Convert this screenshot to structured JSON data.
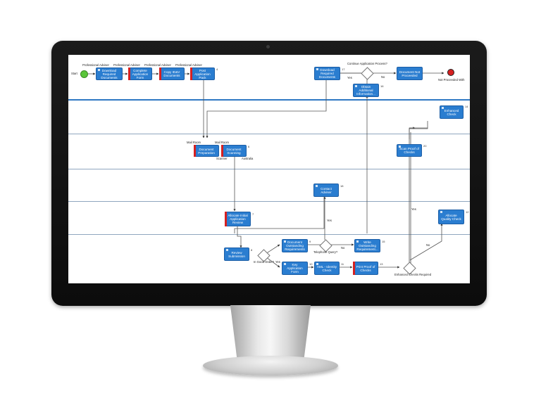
{
  "flow": {
    "start_label": "Start",
    "end_label": "Not Proceeded With",
    "gateways": {
      "continue": "Continue Application Process?",
      "good_order": "In Good Order?",
      "telephone": "Telephone Query?",
      "enhanced": "Enhanced Checks Required"
    },
    "edge_labels": {
      "yes": "Yes",
      "no": "No"
    },
    "roles": {
      "adviser": "Professional Adviser",
      "mailroom": "Mail Room",
      "scanner": "Scanner",
      "australia": "Australia"
    },
    "tasks": {
      "download1": "Download Required Documents",
      "complete": "Complete Application Form",
      "copy": "Copy ID&V Documents",
      "post": "Post Application Pack",
      "download2": "Download Required Documents",
      "not_proceeded": "Document Not Proceeded",
      "obtain": "Obtain Additional Information...",
      "enhanced": "Enhanced Check",
      "doc_prep": "Document Preparation",
      "doc_scan": "Document Scanning",
      "scan_proof": "Scan Proof of Checks",
      "contact": "Contact Adviser",
      "allocate_initial": "Allocate Initial Application Review",
      "allocate_quality": "Allocate Quality Check",
      "review": "Review Submission",
      "outstanding": "Document Outstanding Requirements",
      "write": "Write Outstanding Requirement...",
      "key": "Key Application Form",
      "aml": "AML - Identity Check",
      "print": "Print Proof of Checks"
    },
    "numbers": {
      "post": "4",
      "download2": "17",
      "obtain": "16",
      "enhanced": "14",
      "doc_scan": "6",
      "scan_proof": "20",
      "contact": "18",
      "allocate_initial": "7",
      "allocate_quality": "12",
      "review": "8",
      "outstanding": "9",
      "write": "15",
      "key": "10",
      "aml": "11",
      "print": "13"
    }
  }
}
